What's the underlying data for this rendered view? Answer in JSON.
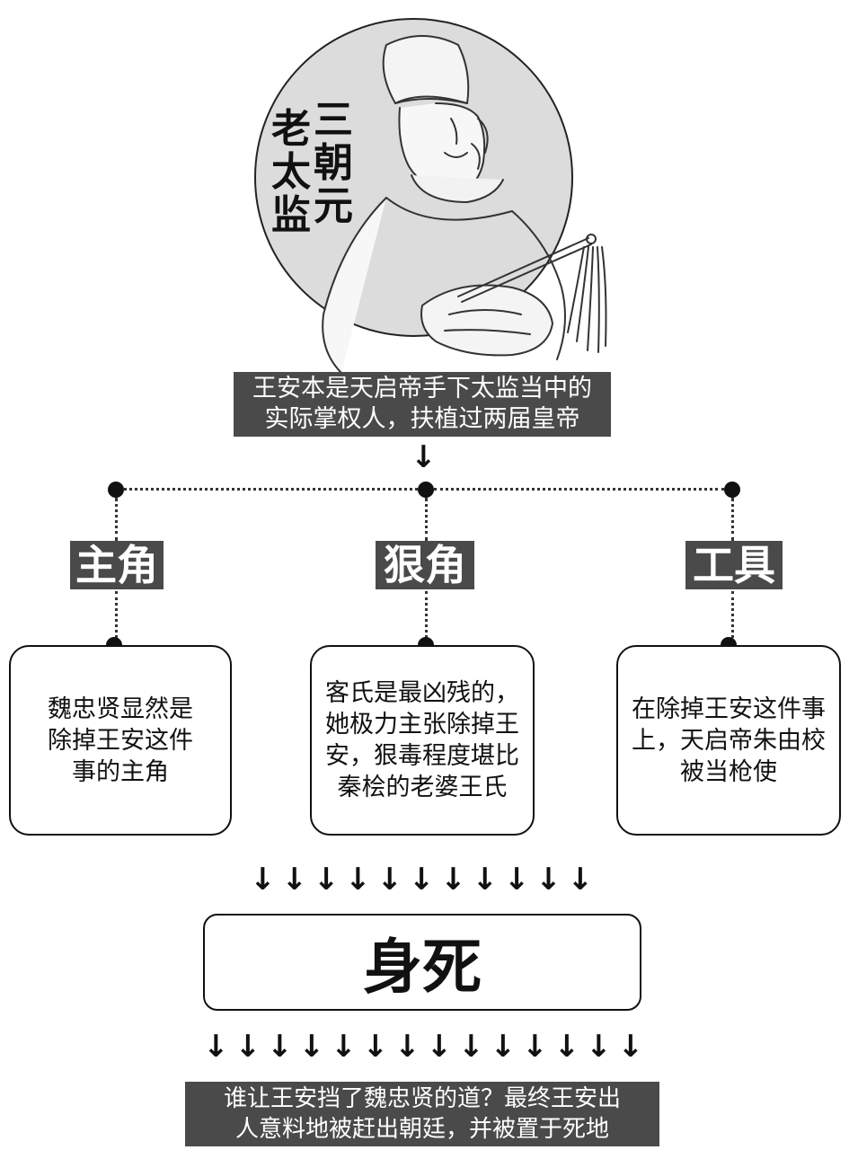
{
  "portrait": {
    "title_right": [
      "三",
      "朝",
      "元"
    ],
    "title_left": [
      "老",
      "太",
      "监"
    ]
  },
  "top_caption": [
    "王安本是天启帝手下太监当中的",
    "实际掌权人，扶植过两届皇帝"
  ],
  "roles": [
    {
      "label": "主角",
      "text": [
        "魏忠贤显然是",
        "除掉王安这件",
        "事的主角"
      ]
    },
    {
      "label": "狠角",
      "text": [
        "客氏是最凶残的，",
        "她极力主张除掉王",
        "安，狠毒程度堪比",
        "秦桧的老婆王氏"
      ]
    },
    {
      "label": "工具",
      "text": [
        "在除掉王安这件事",
        "上，天启帝朱由校",
        "被当枪使"
      ]
    }
  ],
  "result": {
    "label": "身死"
  },
  "bottom_caption": [
    "谁让王安挡了魏忠贤的道？最终王安出",
    "人意料地被赶出朝廷，并被置于死地"
  ],
  "colors": {
    "caption_bg": "#4a4a4a",
    "portrait_bg": "#dcdcdc",
    "ink": "#111111"
  }
}
